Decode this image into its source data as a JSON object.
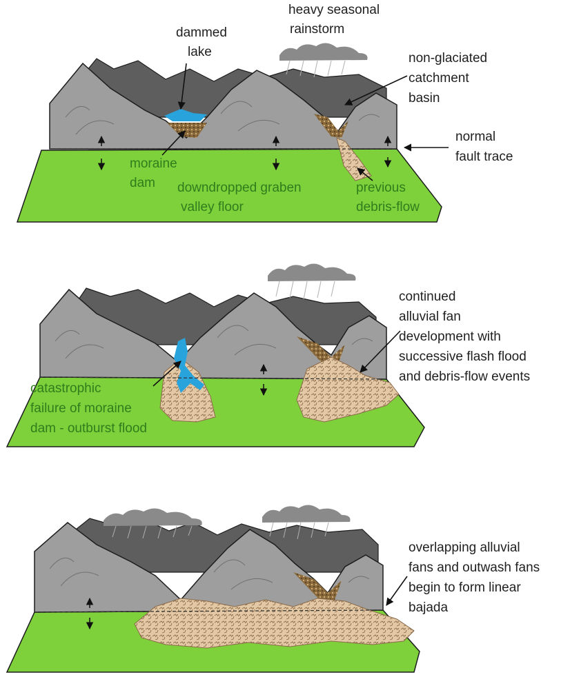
{
  "colors": {
    "valley_floor": "#7ed13b",
    "fault_block": "#9e9e9e",
    "far_mountains": "#5e5e5e",
    "lake_water": "#29a3db",
    "debris": "#e3c8a6",
    "label_dark": "#1f1f1f",
    "label_green": "#2f7d1c"
  },
  "icons": [
    "rain-cloud-icon",
    "up-arrow-icon",
    "down-arrow-icon",
    "pointer-arrow-icon"
  ],
  "panels": [
    {
      "stage": "stage 1",
      "labels": {
        "dammed_lake": [
          "dammed",
          "lake"
        ],
        "rainstorm": [
          "heavy seasonal",
          "rainstorm"
        ],
        "catchment": [
          "non-glaciated",
          "catchment",
          "basin"
        ],
        "fault_trace": [
          "normal",
          "fault trace"
        ],
        "moraine_dam": [
          "moraine",
          "dam"
        ],
        "graben": [
          "downdropped graben",
          "valley floor"
        ],
        "previous_flow": [
          "previous",
          "debris-flow"
        ]
      }
    },
    {
      "stage": "stage 2",
      "labels": {
        "continued_fan": [
          "continued",
          "alluvial fan",
          "development with",
          "successive flash flood",
          "and debris-flow events"
        ],
        "catastrophic": [
          "catastrophic",
          "failure of moraine",
          "dam - outburst flood"
        ]
      }
    },
    {
      "stage": "stage 3",
      "labels": {
        "bajada": [
          "overlapping alluvial",
          "fans and outwash fans",
          "begin to form linear",
          "bajada"
        ]
      }
    }
  ]
}
